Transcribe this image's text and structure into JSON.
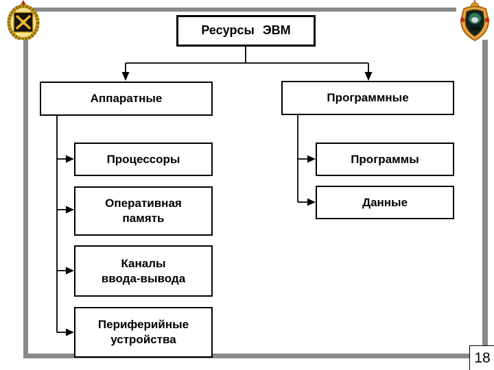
{
  "page": {
    "number": "18"
  },
  "diagram": {
    "root": {
      "label": "Ресурсы ЭВМ"
    },
    "branches": [
      {
        "label": "Аппаратные",
        "children": [
          {
            "label": "Процессоры"
          },
          {
            "label": "Оперативная\nпамять"
          },
          {
            "label": "Каналы\nввода-вывода"
          },
          {
            "label": "Периферийные\nустройства"
          }
        ]
      },
      {
        "label": "Программные",
        "children": [
          {
            "label": "Программы"
          },
          {
            "label": "Данные"
          }
        ]
      }
    ]
  },
  "icons": {
    "left_crest": "military-wreath-crest",
    "right_crest": "academy-crown-crest"
  },
  "colors": {
    "frame_gray": "#8a8a8a",
    "line_black": "#000000",
    "box_background": "#ffffff",
    "text": "#000000",
    "crest_gold": "#d9a820",
    "crest_red": "#c4291d"
  }
}
